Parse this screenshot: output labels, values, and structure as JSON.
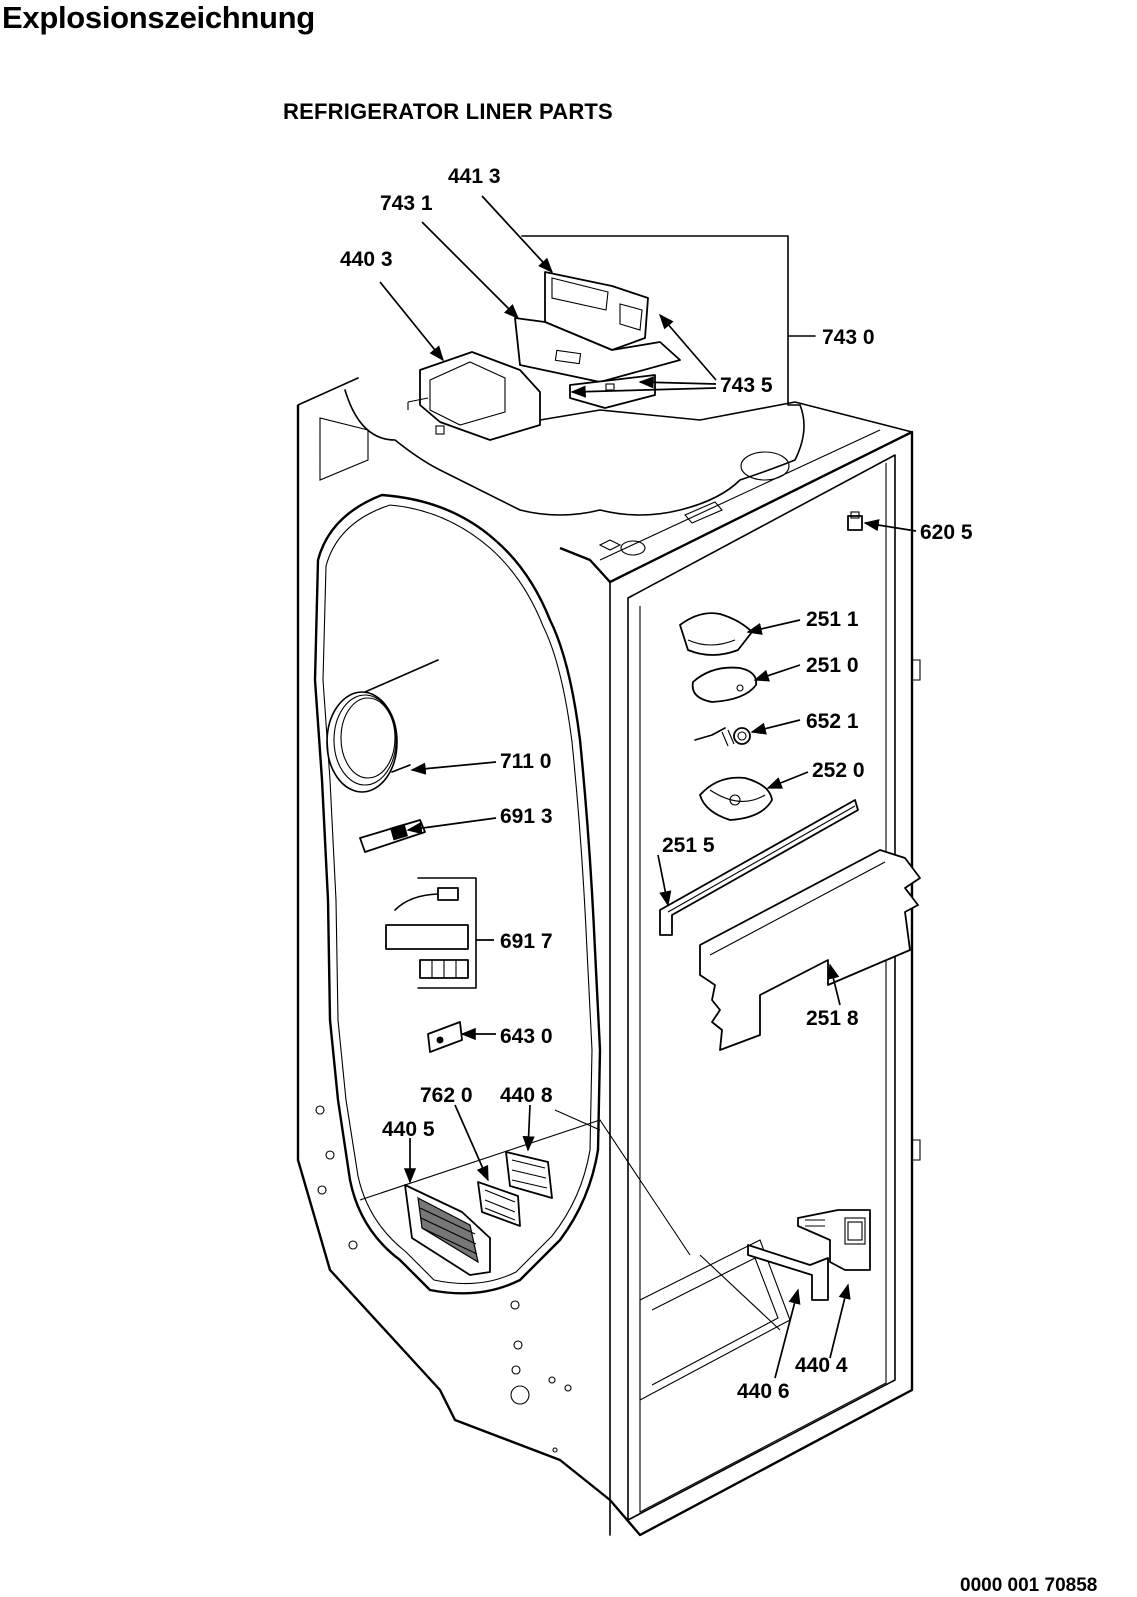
{
  "header": {
    "title": "Explosionszeichnung",
    "subtitle": "REFRIGERATOR LINER PARTS"
  },
  "footer": {
    "document_number": "0000 001 70858"
  },
  "callouts": {
    "c4413": "441 3",
    "c7431": "743 1",
    "c4403": "440 3",
    "c7430": "743 0",
    "c7435": "743 5",
    "c6205": "620 5",
    "c2511": "251 1",
    "c2510": "251 0",
    "c6521": "652 1",
    "c2520": "252 0",
    "c7110": "711 0",
    "c6913": "691 3",
    "c2515": "251 5",
    "c6917": "691 7",
    "c2518": "251 8",
    "c6430": "643 0",
    "c7620": "762 0",
    "c4408": "440 8",
    "c4405": "440 5",
    "c4404": "440 4",
    "c4406": "440 6"
  }
}
